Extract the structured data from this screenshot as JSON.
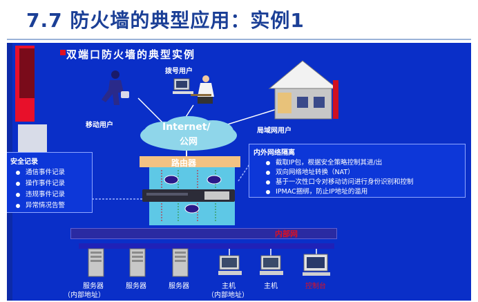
{
  "page_title": "7.7 防火墙的典型应用：实例1",
  "slide": {
    "heading": "双端口防火墙的典型实例",
    "nodes": {
      "dialup": "拨号用户",
      "mobile": "移动用户",
      "lan": "局域网用户",
      "cloud_line1": "Internet/",
      "cloud_line2": "公网",
      "router": "路由器",
      "intranet": "内部网"
    },
    "security_log": {
      "header": "安全记录",
      "items": [
        "通信事件记录",
        "操作事件记录",
        "违规事件记录",
        "异常情况告警"
      ]
    },
    "isolation": {
      "header": "内外网络隔离",
      "items": [
        "截取IP包，根据安全策略控制其进/出",
        "双向网络地址转换（NAT）",
        "基于一次性口令对移动访问进行身份识别和控制",
        "IPMAC捆绑，防止IP地址的滥用"
      ]
    },
    "hosts": [
      {
        "line1": "服务器",
        "line2": "（内部地址）"
      },
      {
        "line1": "服务器",
        "line2": ""
      },
      {
        "line1": "服务器",
        "line2": ""
      },
      {
        "line1": "主机",
        "line2": "（内部地址）"
      },
      {
        "line1": "主机",
        "line2": ""
      },
      {
        "line1": "控制台",
        "line2": ""
      }
    ]
  }
}
